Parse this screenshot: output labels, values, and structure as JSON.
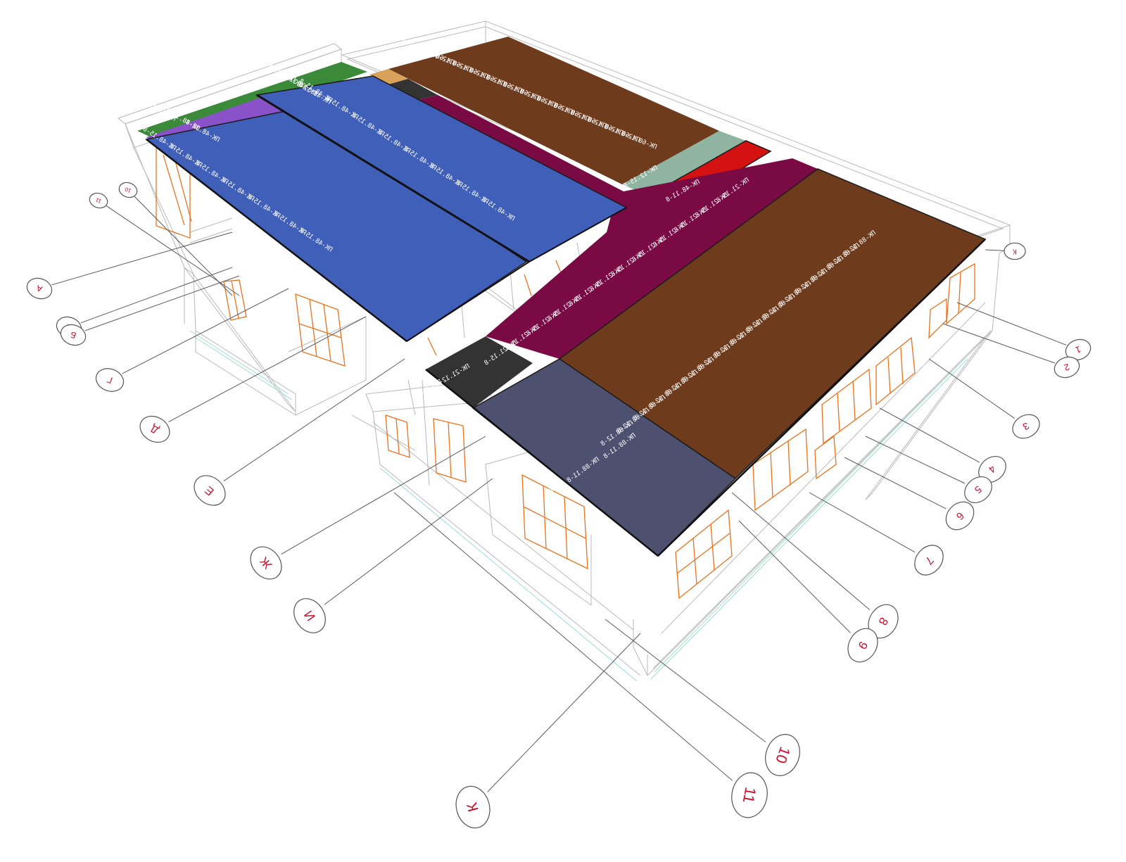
{
  "colors": {
    "green": "#3a8a3a",
    "violet": "#8a52c8",
    "blue": "#3f5fb8",
    "brown": "#6e3b1c",
    "maroon": "#7a0a44",
    "dark": "#333333",
    "slate": "#4e5070",
    "sage": "#8fb5a2",
    "red": "#d41212",
    "tan": "#d9a25a",
    "marker": "#c8102e"
  },
  "panels": {
    "blue_left": [
      "ПК-48.15-8",
      "ПК-48.15-8",
      "ПК-48.15-8",
      "ПК-48.15-8",
      "ПК-48.15-8",
      "ПК-48.15-8",
      "ПК-48.15-8"
    ],
    "blue_right": [
      "ПК-48.15-8",
      "ПК-48.15-8",
      "ПК-48.15-8",
      "ПК-48.15-8",
      "ПК-48.15-8",
      "ПК-48.15-8",
      "ПК-48.15-8",
      "ПК-48.15-8"
    ],
    "violet_left": [
      "ПК-48.12-8",
      "ПК-48.12-8"
    ],
    "violet_right": [
      "ПК-48.12-8",
      "ПК-48.12-8",
      "ПК-48.12-8"
    ],
    "green": [
      "ПК-48.15-8",
      "ПК-48.15-8"
    ],
    "maroon": [
      "ПК-21.15-8",
      "ПК-21.15-8",
      "ПК-21.15-8",
      "ПК-21.15-8",
      "ПК-21.15-8",
      "ПК-21.15-8",
      "ПК-21.15-8",
      "ПК-21.15-8",
      "ПК-21.15-8",
      "ПК-21.15-8",
      "ПК-21.15-8",
      "ПК-21.15-8"
    ],
    "dark": [
      "ПК-21.12-8",
      "ПК-21.12-8"
    ],
    "slate": [
      "ПК-88.11-8",
      "ПК-88.11-8",
      "ПК-88.11-8"
    ],
    "brown_top": [
      "ПК-60.12-8",
      "ПК-60.12-8",
      "ПК-60.12-8",
      "ПК-60.12-8",
      "ПК-60.12-8",
      "ПК-60.12-8",
      "ПК-60.12-8",
      "ПК-60.12-8",
      "ПК-60.12-8",
      "ПК-60.12-8",
      "ПК-60.12-8",
      "ПК-60.12-8",
      "ПК-60.12-8",
      "ПК-60.12-8"
    ],
    "brown_bottom": [
      "ПК-88.12-8",
      "ПК-88.12-8",
      "ПК-88.12-8",
      "ПК-88.12-8",
      "ПК-88.12-8",
      "ПК-88.12-8",
      "ПК-88.12-8",
      "ПК-88.12-8",
      "ПК-88.12-8",
      "ПК-88.12-8",
      "ПК-88.12-8",
      "ПК-88.12-8",
      "ПК-88.12-8",
      "ПК-88.12-8",
      "ПК-88.12-8",
      "ПК-88.12-8"
    ],
    "sage": [
      "ПК-12.15-8"
    ],
    "red": [
      "ПК-48.11-8"
    ]
  },
  "axis_markers": {
    "letters": [
      "А",
      "В",
      "Б",
      "Г",
      "Д",
      "Е",
      "Ж",
      "И",
      "К",
      "К"
    ],
    "numbers": [
      "1",
      "2",
      "3",
      "4",
      "5",
      "6",
      "7",
      "8",
      "9",
      "10",
      "11",
      "10",
      "11"
    ]
  }
}
